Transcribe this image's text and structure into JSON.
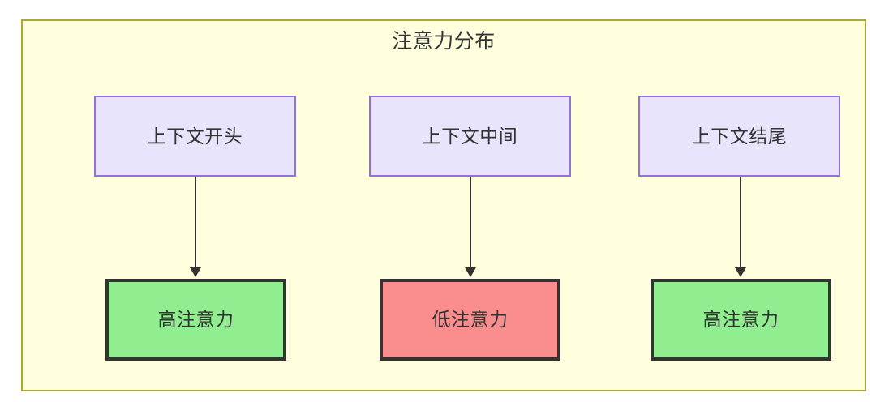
{
  "diagram": {
    "title": "注意力分布",
    "container": {
      "fill": "#ffffde",
      "border": "#aaaa33"
    },
    "nodes": {
      "context_start": {
        "label": "上下文开头",
        "fill": "#e8e4fb",
        "border": "#9370db"
      },
      "context_middle": {
        "label": "上下文中间",
        "fill": "#e8e4fb",
        "border": "#9370db"
      },
      "context_end": {
        "label": "上下文结尾",
        "fill": "#e8e4fb",
        "border": "#9370db"
      },
      "high_attention_start": {
        "label": "高注意力",
        "fill": "#90ee90",
        "border": "#333333"
      },
      "low_attention_middle": {
        "label": "低注意力",
        "fill": "#fa8d8d",
        "border": "#333333"
      },
      "high_attention_end": {
        "label": "高注意力",
        "fill": "#90ee90",
        "border": "#333333"
      }
    },
    "edges": [
      {
        "from": "上下文开头",
        "to": "高注意力",
        "label": ""
      },
      {
        "from": "上下文中间",
        "to": "低注意力",
        "label": ""
      },
      {
        "from": "上下文结尾",
        "to": "高注意力",
        "label": ""
      }
    ]
  }
}
